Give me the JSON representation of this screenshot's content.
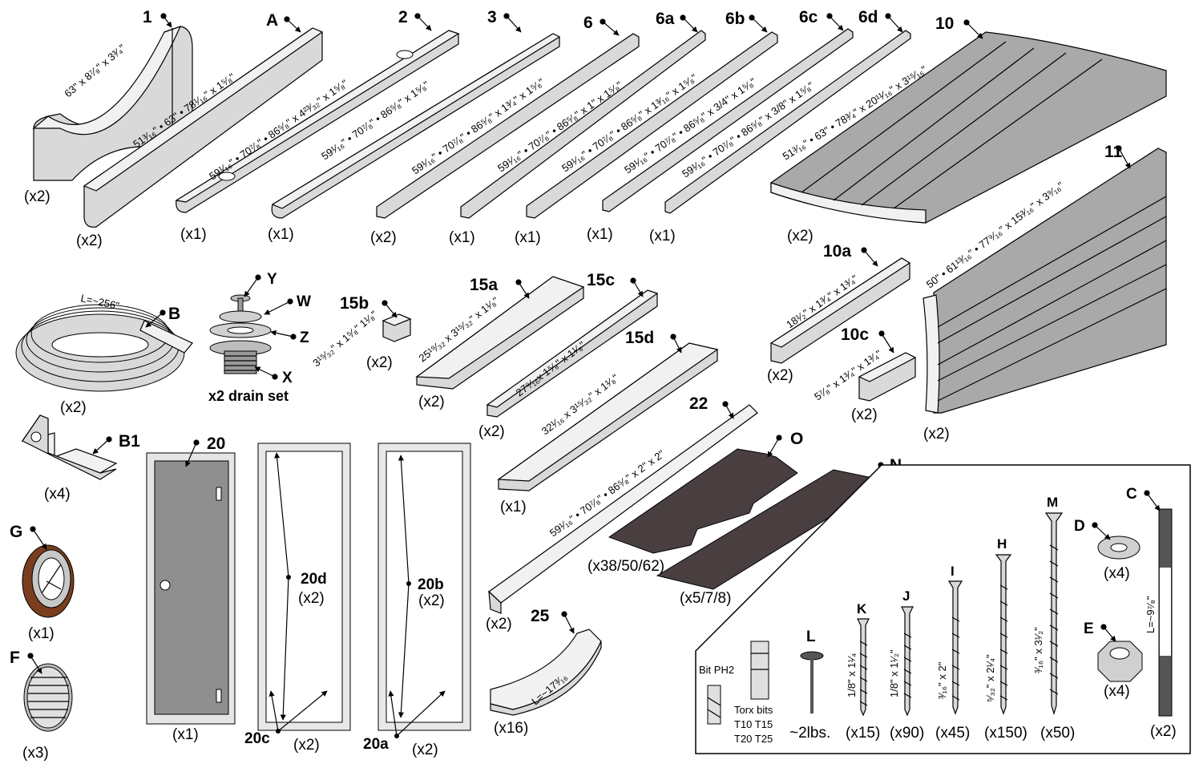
{
  "parts": {
    "p1": {
      "id": "1",
      "dim": "63\" x 8⁷⁄₈\" x 3³⁄₄\"",
      "qty": "(x2)"
    },
    "pA": {
      "id": "A",
      "dim": "51³⁄₁₆\" • 63\" • 78¹⁄₁₆\" x 1⁵⁄₈\"",
      "qty": "(x2)"
    },
    "p2": {
      "id": "2",
      "dim": "59¹⁄₁₆\" • 70⁷⁄₈\" • 86⁵⁄₈\" x 4²³⁄₃₂\" x 1⁵⁄₈\"",
      "qty": "(x1)"
    },
    "p3": {
      "id": "3",
      "dim": "59¹⁄₁₆\" • 70⁷⁄₈\" • 86⁵⁄₈\" x 1⁵⁄₈\"",
      "qty": "(x1)"
    },
    "p6": {
      "id": "6",
      "dim": "59¹⁄₁₆\" • 70⁷⁄₈\" • 86⁵⁄₈\" x 1³⁄₄\" x 1⁵⁄₈\"",
      "qty": "(x2)"
    },
    "p6a": {
      "id": "6a",
      "dim": "59¹⁄₁₆\" • 70⁷⁄₈\" • 86⁵⁄₈\" x 1\" x 1⁵⁄₈\"",
      "qty": "(x1)"
    },
    "p6b": {
      "id": "6b",
      "dim": "59¹⁄₁₆\" • 70⁷⁄₈\" • 86⁵⁄₈\" x 1³⁄₁₆\" x 1⁵⁄₈\"",
      "qty": "(x1)"
    },
    "p6c": {
      "id": "6c",
      "dim": "59¹⁄₁₆\" • 70⁷⁄₈\" • 86⁵⁄₈\" x 3/4\" x 1⁵⁄₈\"",
      "qty": "(x1)"
    },
    "p6d": {
      "id": "6d",
      "dim": "59¹⁄₁₆\" • 70⁷⁄₈\" • 86⁵⁄₈\" x 3/8\" x 1⁵⁄₈\""
    },
    "p10": {
      "id": "10",
      "dim": "51³⁄₁₆\" • 63\" • 78³⁄₄\" x 20¹¹⁄₁₆\" x 3¹⁵⁄₁₆\"",
      "qty": "(x2)"
    },
    "p11": {
      "id": "11",
      "dim": "50\" • 61¹³⁄₁₆\" • 77⁹⁄₁₆\" x 15³⁄₁₆\" x 3⁹⁄₁₆\"",
      "qty": "(x2)"
    },
    "p10a": {
      "id": "10a",
      "dim": "18¹⁄₂\" x 1³⁄₄\" x 1³⁄₄\"",
      "qty": "(x2)"
    },
    "p10c": {
      "id": "10c",
      "dim": "5⁷⁄₈\" x 1³⁄₄\" x 1³⁄₄\"",
      "qty": "(x2)"
    },
    "pB": {
      "id": "B",
      "dim": "L=~256\"",
      "qty": "(x2)"
    },
    "drain": {
      "y": "Y",
      "w": "W",
      "z": "Z",
      "x": "X",
      "caption": "x2 drain set"
    },
    "p15b": {
      "id": "15b",
      "dim": "3¹⁵⁄₃₂\" x 1⁵⁄₈\" 1¹⁄₈\"",
      "qty": "(x2)"
    },
    "p15a": {
      "id": "15a",
      "dim": "25¹⁹⁄₃₂ x 3¹⁵⁄₃₂\" x 1¹⁄₈\"",
      "qty": "(x2)"
    },
    "p15c": {
      "id": "15c",
      "dim": "27⁹⁄₁₆x 1⁵⁄₈\" x 1¹⁄₈\"",
      "qty": "(x2)"
    },
    "p15d": {
      "id": "15d",
      "dim": "32¹⁄₁₆ x 3¹⁵⁄₃₂\" x 1¹⁄₈\"",
      "qty": "(x1)"
    },
    "p22": {
      "id": "22",
      "dim": "59¹⁄₁₆\" • 70⁷⁄₈\" • 86⁵⁄₈\" x 2\" x 2\"",
      "qty": "(x2)"
    },
    "pO": {
      "id": "O",
      "qty": "(x38/50/62)"
    },
    "pN": {
      "id": "N",
      "qty": "(x5/7/8)"
    },
    "pB1": {
      "id": "B1",
      "qty": "(x4)"
    },
    "p20": {
      "id": "20",
      "qty": "(x1)"
    },
    "p20d": {
      "id": "20d",
      "qty": "(x2)"
    },
    "p20c": {
      "id": "20c",
      "qty": "(x2)"
    },
    "p20b": {
      "id": "20b",
      "qty": "(x2)"
    },
    "p20a": {
      "id": "20a",
      "qty": "(x2)"
    },
    "pG": {
      "id": "G",
      "qty": "(x1)"
    },
    "pF": {
      "id": "F",
      "qty": "(x3)"
    },
    "p25": {
      "id": "25",
      "dim": "L=~17³⁄₁₆",
      "qty": "(x16)"
    }
  },
  "hardware": {
    "bit_ph2": "Bit PH2",
    "torx": [
      "Torx bits",
      "T10 T15",
      "T20 T25"
    ],
    "L": {
      "id": "L",
      "qty": "~2lbs."
    },
    "K": {
      "id": "K",
      "dim": "1/8\" x 1¹⁄₄",
      "qty": "(x15)"
    },
    "J": {
      "id": "J",
      "dim": "1/8\" x 1¹⁄₂\"",
      "qty": "(x90)"
    },
    "I": {
      "id": "I",
      "dim": "³⁄₁₆\" x 2\"",
      "qty": "(x45)"
    },
    "H": {
      "id": "H",
      "dim": "⁵⁄₃₂\" x 2¹⁄₄\"",
      "qty": "(x150)"
    },
    "M": {
      "id": "M",
      "dim": "³⁄₁₆\" x 3¹⁄₂\"",
      "qty": "(x50)"
    },
    "C": {
      "id": "C",
      "dim": "L=~9⁷⁄₈\"",
      "qty": "(x2)"
    },
    "D": {
      "id": "D",
      "qty": "(x4)"
    },
    "E": {
      "id": "E",
      "qty": "(x4)"
    }
  },
  "colors": {
    "wood": "#d9d9d9",
    "board": "#a9a9a9",
    "sheet": "#4a3f40",
    "glass": "#8f8f8f",
    "ring": "#7a3d1f"
  }
}
